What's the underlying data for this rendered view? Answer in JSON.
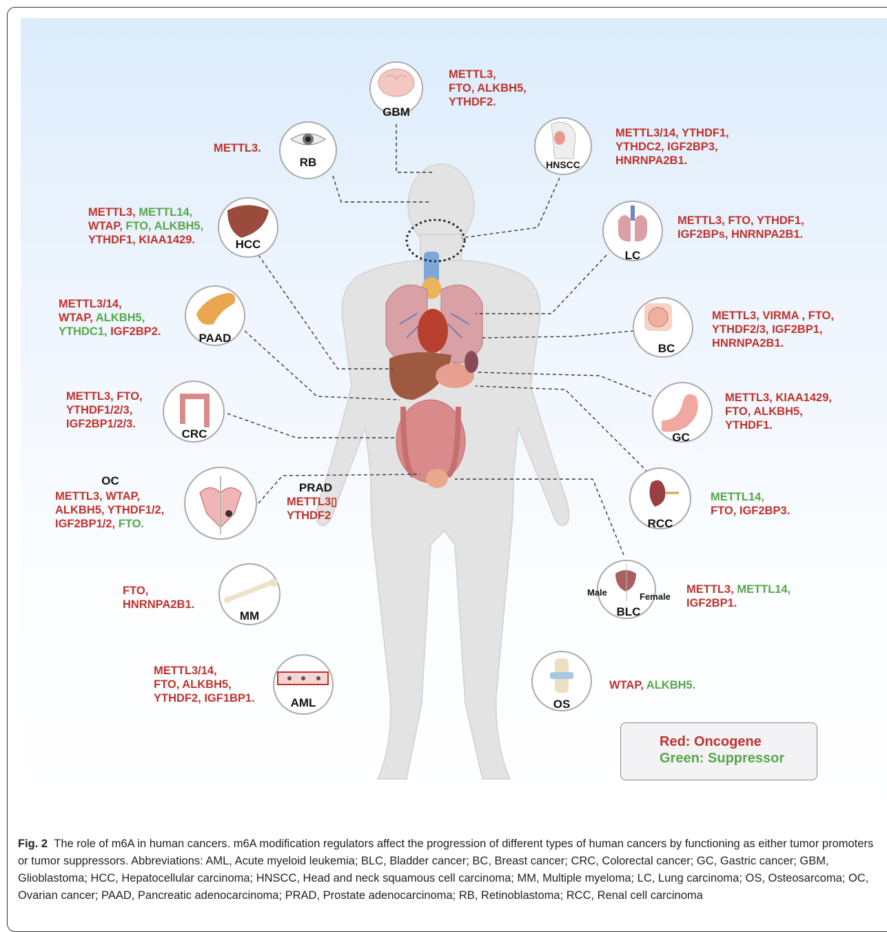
{
  "caption": {
    "label": "Fig. 2",
    "text": "The role of m6A in human cancers. m6A modification regulators affect the progression of different types of human cancers by functioning as either tumor promoters or tumor suppressors. Abbreviations: AML, Acute myeloid leukemia; BLC, Bladder cancer; BC, Breast cancer; CRC, Colorectal cancer; GC, Gastric cancer; GBM, Glioblastoma; HCC, Hepatocellular carcinoma; HNSCC, Head and neck squamous cell carcinoma; MM, Multiple myeloma; LC, Lung carcinoma; OS, Osteosarcoma; OC, Ovarian cancer; PAAD, Pancreatic adenocarcinoma; PRAD, Prostate adenocarcinoma; RB, Retinoblastoma; RCC, Renal cell carcinoma"
  },
  "legend": {
    "oncogene": "Red: Oncogene",
    "suppressor": "Green: Suppressor"
  },
  "colors": {
    "oncogene": "#c0322c",
    "suppressor": "#56a64a",
    "body": "#e3e3e3"
  },
  "cancers": {
    "gbm": {
      "label": "GBM",
      "icon": "brain-icon",
      "genes": [
        "METTL3,",
        "FTO, ALKBH5,",
        "YTHDF2."
      ]
    },
    "rb": {
      "label": "RB",
      "icon": "eye-icon",
      "genes": [
        "METTL3."
      ]
    },
    "hnscc": {
      "label": "HNSCC",
      "icon": "head-neck-icon",
      "genes": [
        "METTL3/14,  YTHDF1,",
        "YTHDC2, IGF2BP3,",
        "HNRNPA2B1."
      ]
    },
    "hcc": {
      "label": "HCC",
      "icon": "liver-icon",
      "genes": [
        "METTL3,",
        "METTL14,",
        "WTAP,",
        "FTO, ALKBH5,",
        "YTHDF1, KIAA1429."
      ]
    },
    "lc": {
      "label": "LC",
      "icon": "lung-icon",
      "genes": [
        "METTL3, FTO, YTHDF1,",
        "IGF2BPs,  HNRNPA2B1."
      ]
    },
    "paad": {
      "label": "PAAD",
      "icon": "pancreas-icon",
      "genes": [
        "METTL3/14,",
        "WTAP,",
        "ALKBH5,",
        "YTHDC1,",
        "IGF2BP2."
      ]
    },
    "bc": {
      "label": "BC",
      "icon": "breast-icon",
      "genes": [
        "METTL3,  VIRMA ,  FTO,",
        "YTHDF2/3, IGF2BP1,",
        "HNRNPA2B1."
      ]
    },
    "crc": {
      "label": "CRC",
      "icon": "colon-icon",
      "genes": [
        "METTL3, FTO,",
        "YTHDF1/2/3,",
        "IGF2BP1/2/3."
      ]
    },
    "gc": {
      "label": "GC",
      "icon": "stomach-icon",
      "genes": [
        "METTL3, KIAA1429,",
        "FTO, ALKBH5,",
        "YTHDF1."
      ]
    },
    "oc": {
      "label": "OC",
      "icon": "uterus-icon",
      "genes": [
        "METTL3, WTAP,",
        "ALKBH5, YTHDF1/2,",
        "IGF2BP1/2,",
        "FTO."
      ]
    },
    "prad": {
      "label": "PRAD",
      "genes": [
        "METTL3▯",
        "YTHDF2"
      ]
    },
    "rcc": {
      "label": "RCC",
      "icon": "kidney-icon",
      "genes": [
        "METTL14,",
        "FTO, IGF2BP3."
      ]
    },
    "mm": {
      "label": "MM",
      "icon": "bone-icon",
      "genes": [
        "FTO,",
        "HNRNPA2B1."
      ]
    },
    "blc": {
      "label": "BLC",
      "icon": "bladder-icon",
      "male": "Male",
      "female": "Female",
      "genes": [
        "METTL3,",
        "METTL14,",
        "IGF2BP1."
      ]
    },
    "aml": {
      "label": "AML",
      "icon": "blood-vessel-icon",
      "genes": [
        "METTL3/14,",
        "FTO, ALKBH5,",
        "YTHDF2, IGF1BP1."
      ]
    },
    "os": {
      "label": "OS",
      "icon": "knee-joint-icon",
      "genes": [
        "WTAP,",
        "ALKBH5."
      ]
    }
  }
}
